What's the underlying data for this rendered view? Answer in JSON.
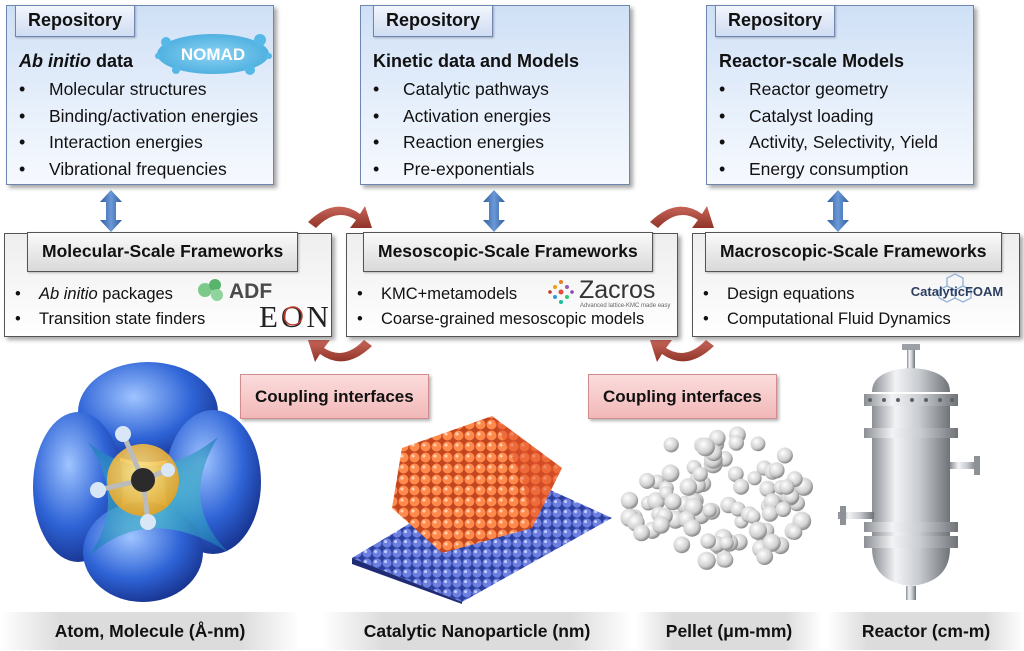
{
  "repositories": [
    {
      "tag": "Repository",
      "heading_italic": "Ab initio",
      "heading": " data",
      "items": [
        "Molecular structures",
        "Binding/activation energies",
        "Interaction energies",
        "Vibrational frequencies"
      ]
    },
    {
      "tag": "Repository",
      "heading": "Kinetic data and Models",
      "items": [
        "Catalytic pathways",
        "Activation energies",
        "Reaction energies",
        "Pre-exponentials"
      ]
    },
    {
      "tag": "Repository",
      "heading": "Reactor-scale Models",
      "items": [
        "Reactor geometry",
        "Catalyst loading",
        "Activity, Selectivity, Yield",
        "Energy consumption"
      ]
    }
  ],
  "frameworks": [
    {
      "title": "Molecular-Scale Frameworks",
      "item0_italic": "Ab initio",
      "item0_rest": " packages",
      "item1": "Transition state finders"
    },
    {
      "title": "Mesoscopic-Scale Frameworks",
      "item0": "KMC+metamodels",
      "item1": "Coarse-grained mesoscopic models"
    },
    {
      "title": "Macroscopic-Scale Frameworks",
      "item0": "Design equations",
      "item1": "Computational Fluid Dynamics"
    }
  ],
  "logos": {
    "nomad": "NOMAD",
    "adf": "ADF",
    "eon": "EON",
    "zacros": "Zacros",
    "zacros_tagline": "Advanced lattice-KMC made easy",
    "catalyticfoam": "CatalyticFOAM"
  },
  "coupling": [
    "Coupling interfaces",
    "Coupling interfaces"
  ],
  "captions": [
    "Atom, Molecule (Å-nm)",
    "Catalytic Nanoparticle (nm)",
    "Pellet (μm-mm)",
    "Reactor (cm-m)"
  ],
  "colors": {
    "repository_fill": "#cfe0f6",
    "framework_fill": "#eeeeee",
    "coupling_fill": "#f2b8b8",
    "arrow_blue": "#3c6fb6",
    "arrow_red": "#b04a3e"
  }
}
